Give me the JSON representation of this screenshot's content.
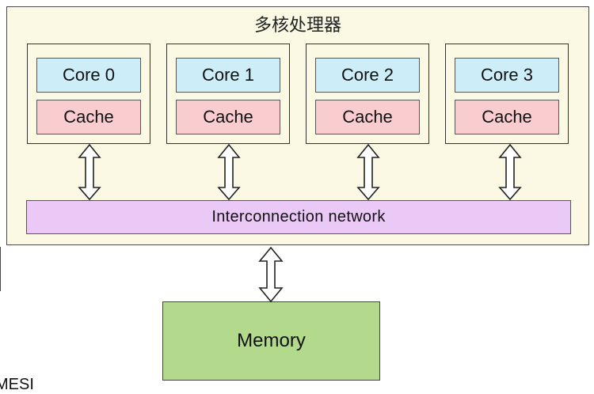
{
  "diagram": {
    "title": "多核处理器",
    "cores": [
      {
        "core_label": "Core 0",
        "cache_label": "Cache"
      },
      {
        "core_label": "Core 1",
        "cache_label": "Cache"
      },
      {
        "core_label": "Core 2",
        "cache_label": "Cache"
      },
      {
        "core_label": "Core 3",
        "cache_label": "Cache"
      }
    ],
    "network_label": "Interconnection network",
    "memory_label": "Memory",
    "footer_fragment": "MESI"
  },
  "colors": {
    "processor_bg": "#fbf9e4",
    "core_bg": "#cdeef8",
    "cache_bg": "#f9cdd0",
    "network_bg": "#ebc9f7",
    "memory_bg": "#b3d98d"
  }
}
